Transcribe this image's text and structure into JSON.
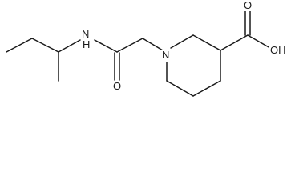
{
  "atoms": {
    "amide_nitrogen": "N",
    "ring_nitrogen": "N",
    "hydroxyl": "OH",
    "carbonyl_oxygen_amide": "O",
    "carbonyl_oxygen_acid": "O"
  },
  "colors": {
    "bond": "#1a1a1a",
    "background": "#ffffff"
  }
}
